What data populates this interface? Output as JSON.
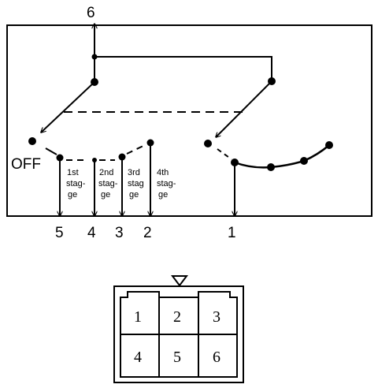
{
  "diagram": {
    "terminal_top": "6",
    "off_label": "OFF",
    "bottom_terminals": [
      "5",
      "4",
      "3",
      "2",
      "1"
    ],
    "stages": [
      [
        "1st",
        "stag-",
        "ge"
      ],
      [
        "2nd",
        "stag-",
        "ge"
      ],
      [
        "3rd",
        "stag",
        "ge"
      ],
      [
        "4th",
        "stag-",
        "ge"
      ]
    ]
  },
  "connector": {
    "pins": [
      "1",
      "2",
      "3",
      "4",
      "5",
      "6"
    ]
  }
}
